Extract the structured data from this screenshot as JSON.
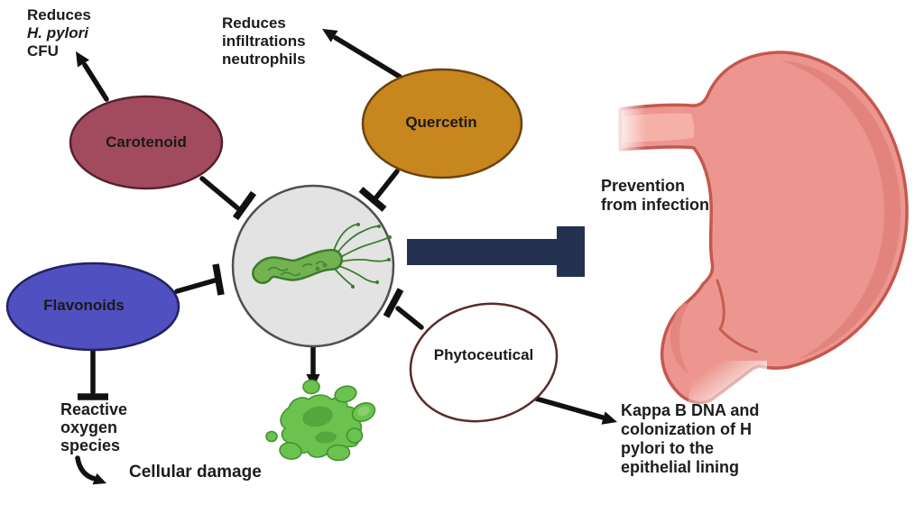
{
  "nodes": {
    "carotenoid": {
      "label": "Carotenoid",
      "fill": "#a34b5e",
      "border": "#55222f"
    },
    "quercetin": {
      "label": "Quercetin",
      "fill": "#c8861e",
      "border": "#6b4310"
    },
    "flavonoids": {
      "label": "Flavonoids",
      "fill": "#5150c0",
      "border": "#23215e"
    },
    "phytoceutical": {
      "label": "Phytoceutical",
      "fill": "#ffffff",
      "border": "#5c2a2a"
    },
    "hpylori": {
      "halo_fill": "#e3e3e3",
      "halo_border": "#4f4f4f",
      "body_fill": "#72b250",
      "body_border": "#3c7c2b",
      "texture": "#2f6a22"
    },
    "lysed": {
      "fill": "#6cc24f",
      "dark_fill": "#55a63c",
      "light_fill": "#8bcf6c",
      "border": "#419330"
    },
    "stomach": {
      "fill": "#ec968f",
      "shade": "#e2847d",
      "outline": "#c4584f",
      "inner_highlight": "#f5b2aa"
    }
  },
  "labels": {
    "reduces_cfu_1": "Reduces",
    "reduces_cfu_2": "H. pylori",
    "reduces_cfu_3": "CFU",
    "neutrophils_1": "Reduces",
    "neutrophils_2": "infiltrations",
    "neutrophils_3": "neutrophils",
    "prevention_1": "Prevention",
    "prevention_2": "from infection",
    "ros_1": "Reactive",
    "ros_2": "oxygen",
    "ros_3": "species",
    "cellular_damage": "Cellular damage",
    "kappa_1": "Kappa B DNA and",
    "kappa_2": "colonization of H",
    "kappa_3": "pylori to the",
    "kappa_4": "epithelial lining"
  },
  "colors": {
    "connector": "#111111",
    "prevention_bar": "#243150",
    "text": "#1c1c1c"
  }
}
